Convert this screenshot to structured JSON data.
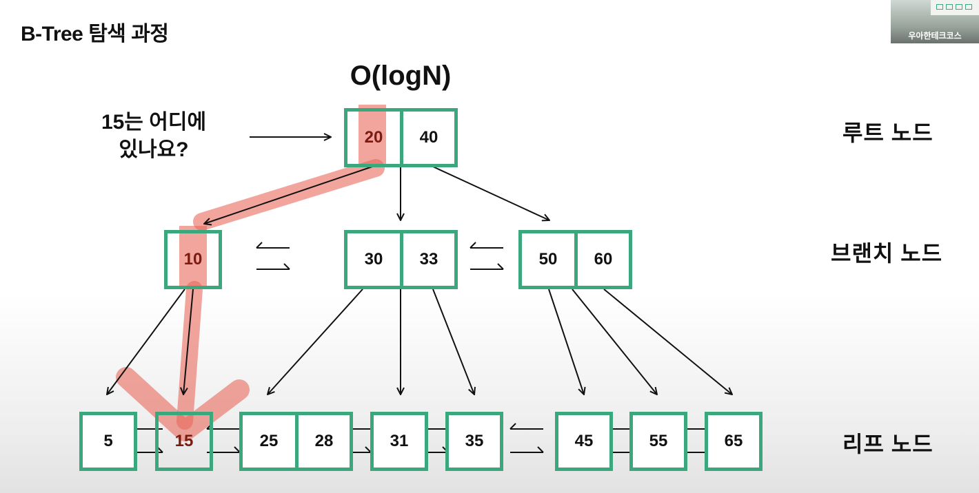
{
  "title": "B-Tree 탐색 과정",
  "complexity": "O(logN)",
  "question": [
    "15는 어디에",
    "있나요?"
  ],
  "levels": {
    "root": "루트 노드",
    "branch": "브랜치 노드",
    "leaf": "리프 노드"
  },
  "nodes": {
    "root": [
      "20",
      "40"
    ],
    "branch_left": [
      "10"
    ],
    "branch_mid": [
      "30",
      "33"
    ],
    "branch_right": [
      "50",
      "60"
    ],
    "leaf": [
      "5",
      "15",
      "25",
      "28",
      "31",
      "35",
      "45",
      "55",
      "65"
    ]
  },
  "highlighted_keys": [
    "20",
    "10",
    "15"
  ],
  "colors": {
    "node_border": "#3aa87c",
    "search_path": "#e8695c",
    "arrow": "#111111"
  },
  "video_overlay": {
    "label": "우아한테크코스"
  }
}
